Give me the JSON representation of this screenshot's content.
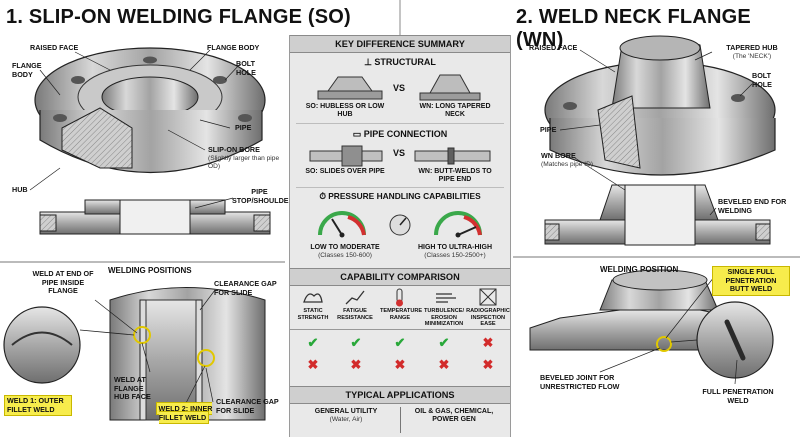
{
  "left": {
    "title": "1. SLIP-ON WELDING FLANGE (SO)",
    "labels": {
      "raised_face": "RAISED FACE",
      "flange_body_l": "FLANGE BODY",
      "flange_body_r": "FLANGE BODY",
      "bolt_hole": "BOLT HOLE",
      "pipe": "PIPE",
      "slip_on_bore": "SLIP-ON BORE",
      "slip_on_bore_sub": "(Slightly larger than pipe OD)",
      "hub": "HUB",
      "pipe_stop": "PIPE STOP/SHOULDER"
    },
    "welding": {
      "title": "WELDING POSITIONS",
      "weld_end": "WELD AT END OF PIPE INSIDE FLANGE",
      "clearance_top": "CLEARANCE GAP FOR SLIDE",
      "weld_hub": "WELD AT FLANGE HUB FACE",
      "weld1": "WELD 1: OUTER FILLET WELD",
      "weld2": "WELD 2: INNER FILLET WELD",
      "clearance_bottom": "CLEARANCE GAP FOR SLIDE"
    }
  },
  "right": {
    "title": "2. WELD NECK FLANGE (WN)",
    "labels": {
      "raised_face": "RAISED FACE",
      "tapered_hub": "TAPERED HUB",
      "tapered_hub_sub": "(The 'NECK')",
      "bolt_hole": "BOLT HOLE",
      "pipe": "PIPE",
      "wn_bore": "WN BORE",
      "wn_bore_sub": "(Matches pipe ID)",
      "beveled_end": "BEVELED END FOR WELDING"
    },
    "welding": {
      "title": "WELDING POSITION",
      "single_weld": "SINGLE FULL PENETRATION BUTT WELD",
      "beveled_joint": "BEVELED JOINT FOR UNRESTRICTED FLOW",
      "full_weld": "FULL PENETRATION WELD"
    }
  },
  "center": {
    "summary_title": "KEY DIFFERENCE SUMMARY",
    "structural": {
      "title": "STRUCTURAL",
      "so": "SO: HUBLESS OR LOW HUB",
      "wn": "WN: LONG TAPERED NECK",
      "vs": "VS"
    },
    "pipe_connection": {
      "title": "PIPE CONNECTION",
      "so": "SO: SLIDES OVER PIPE",
      "wn": "WN: BUTT-WELDS TO PIPE END",
      "vs": "VS"
    },
    "pressure": {
      "title": "PRESSURE HANDLING CAPABILITIES",
      "so": "LOW TO MODERATE",
      "so_sub": "(Classes 150-600)",
      "wn": "HIGH TO ULTRA-HIGH",
      "wn_sub": "(Classes 150-2500+)",
      "so_level": 0.3,
      "wn_level": 0.9
    },
    "capability": {
      "title": "CAPABILITY COMPARISON",
      "columns": [
        "STATIC STRENGTH",
        "FATIGUE RESISTANCE",
        "TEMPERATURE RANGE",
        "TURBULENCE/ EROSION MINIMIZATION",
        "RADIOGRAPHIC INSPECTION EASE"
      ],
      "row_wn": [
        "yes",
        "yes",
        "yes",
        "yes",
        "no"
      ],
      "row_so": [
        "no",
        "no",
        "no",
        "no",
        "no"
      ]
    },
    "applications": {
      "title": "TYPICAL APPLICATIONS",
      "so": "GENERAL UTILITY",
      "so_sub": "(Water, Air)",
      "wn": "OIL & GAS, CHEMICAL, POWER GEN"
    }
  },
  "colors": {
    "check": "#29a83a",
    "cross": "#d22b2b",
    "highlight": "#f7ec4c"
  },
  "icons": [
    "stopwatch-icon",
    "gauge-icon",
    "muscle-icon",
    "fatigue-chart-icon",
    "thermometer-icon",
    "wind-icon",
    "radiography-icon"
  ]
}
